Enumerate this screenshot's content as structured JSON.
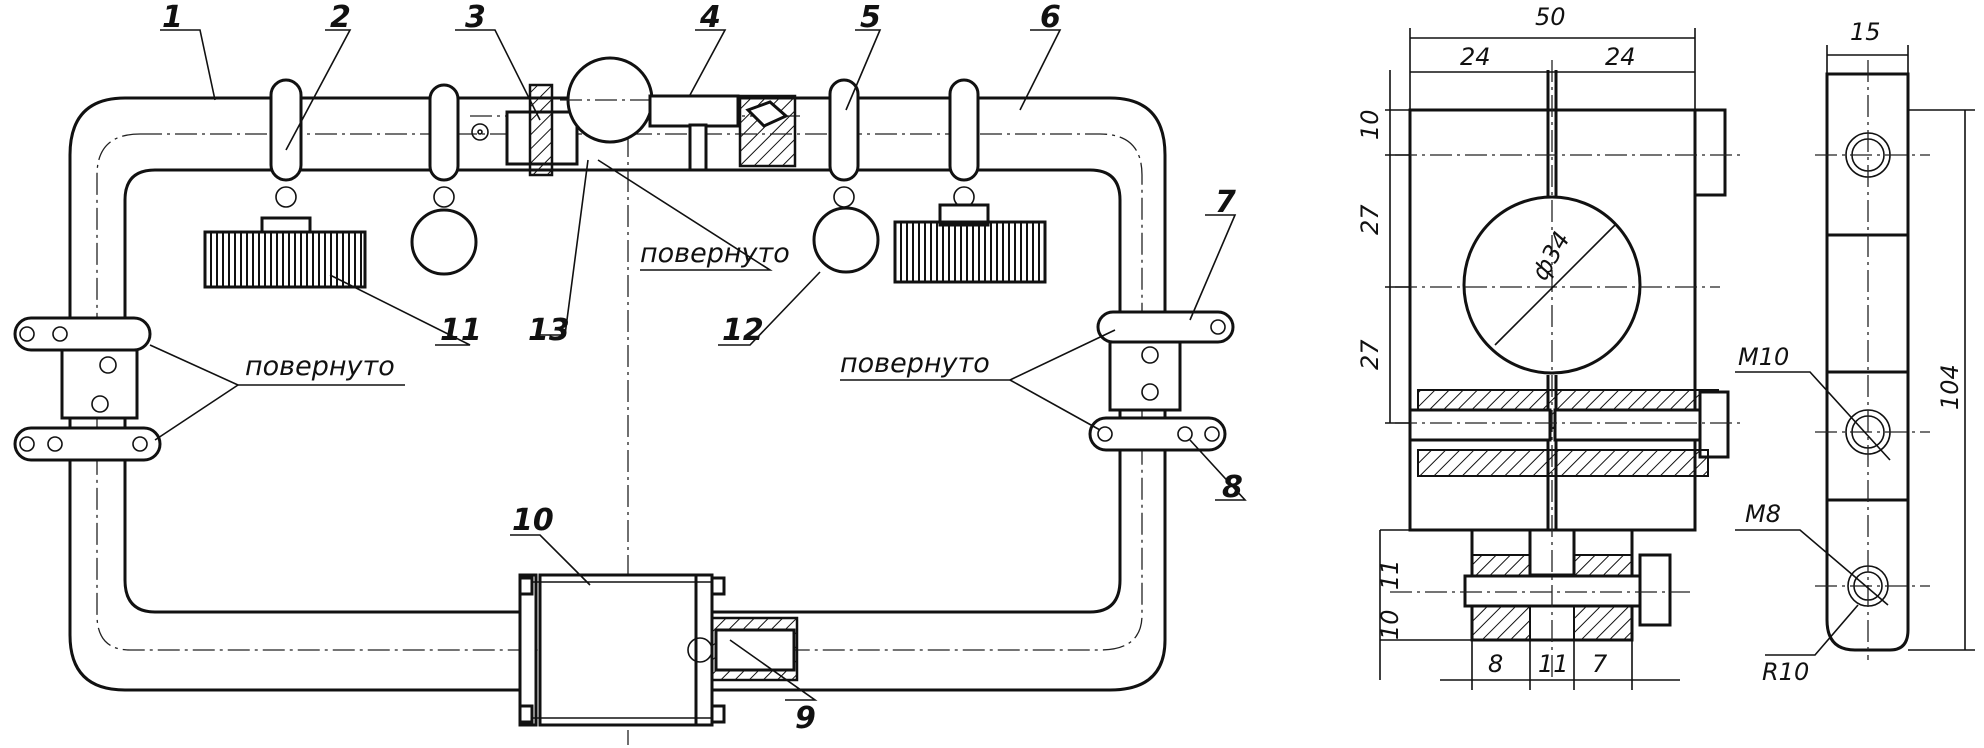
{
  "figure": {
    "part_numbers": [
      "1",
      "2",
      "3",
      "4",
      "5",
      "6",
      "7",
      "8",
      "9",
      "10",
      "11",
      "12",
      "13"
    ],
    "note_text": "повернуто",
    "clamp_front": {
      "width_total": "50",
      "half_left": "24",
      "half_right": "24",
      "top_offset": "10",
      "upper_height": "27",
      "lower_height": "27",
      "bore": "ф34",
      "bottom_a": "11",
      "bottom_b": "10",
      "slot_left": "8",
      "slot_mid": "11",
      "slot_right": "7"
    },
    "clamp_side": {
      "thickness": "15",
      "length": "104",
      "thread_upper": "M10",
      "thread_lower": "M8",
      "radius": "R10"
    }
  }
}
